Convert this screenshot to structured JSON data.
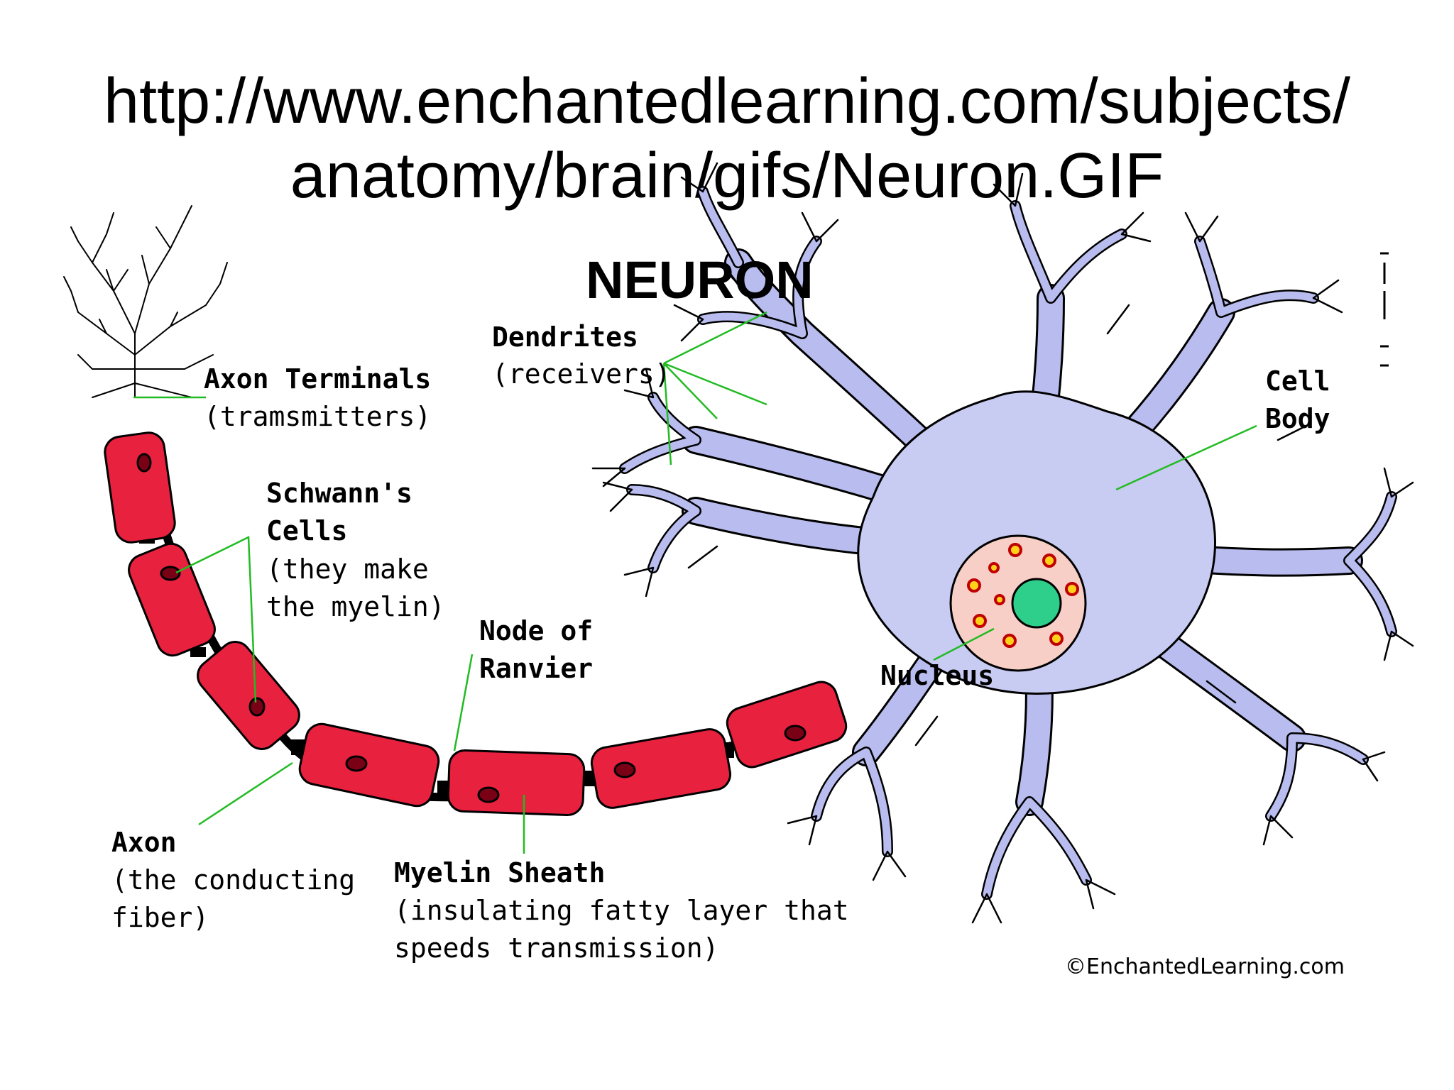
{
  "slide": {
    "title_line1": "http://www.enchantedlearning.com/subjects/",
    "title_line2": "anatomy/brain/gifs/Neuron.GIF"
  },
  "diagram": {
    "heading": "NEURON",
    "labels": {
      "dendrites": {
        "name": "Dendrites",
        "desc": "(receivers)"
      },
      "axon_terminals": {
        "name": "Axon Terminals",
        "desc": "(tramsmitters)"
      },
      "cell_body": {
        "line1": "Cell",
        "line2": "Body"
      },
      "schwanns_cells": {
        "line1": "Schwann's",
        "line2": "Cells",
        "desc1": "(they make",
        "desc2": "the myelin)"
      },
      "node_of_ranvier": {
        "line1": "Node of",
        "line2": "Ranvier"
      },
      "nucleus": {
        "name": "Nucleus"
      },
      "axon": {
        "name": "Axon",
        "desc1": "(the conducting",
        "desc2": "fiber)"
      },
      "myelin_sheath": {
        "name": "Myelin Sheath",
        "desc1": "(insulating fatty layer that",
        "desc2": "speeds transmission)"
      }
    },
    "copyright": "©EnchantedLearning.com",
    "colors": {
      "myelin": "#e8213f",
      "cell_body": "#c8cbf2",
      "nucleus": "#f7cfc6",
      "nucleolus": "#2ecf8a",
      "leader_lines": "#22bb22"
    }
  }
}
